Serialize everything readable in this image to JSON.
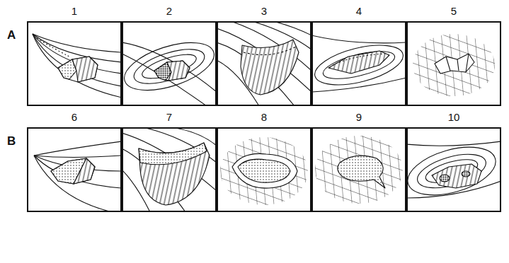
{
  "diagram": {
    "nodes": [
      {
        "text": [
          "1"
        ]
      },
      {
        "text": [
          "2"
        ]
      },
      {
        "text": [
          "3"
        ]
      },
      {
        "text": [
          "4"
        ]
      },
      {
        "text": [
          "5"
        ]
      },
      {
        "text": [
          "6"
        ]
      },
      {
        "text": [
          "7"
        ]
      },
      {
        "text": [
          "8"
        ]
      },
      {
        "text": [
          "9"
        ]
      },
      {
        "text": [
          "10"
        ]
      }
    ],
    "labels": [
      "A",
      "B"
    ]
  }
}
